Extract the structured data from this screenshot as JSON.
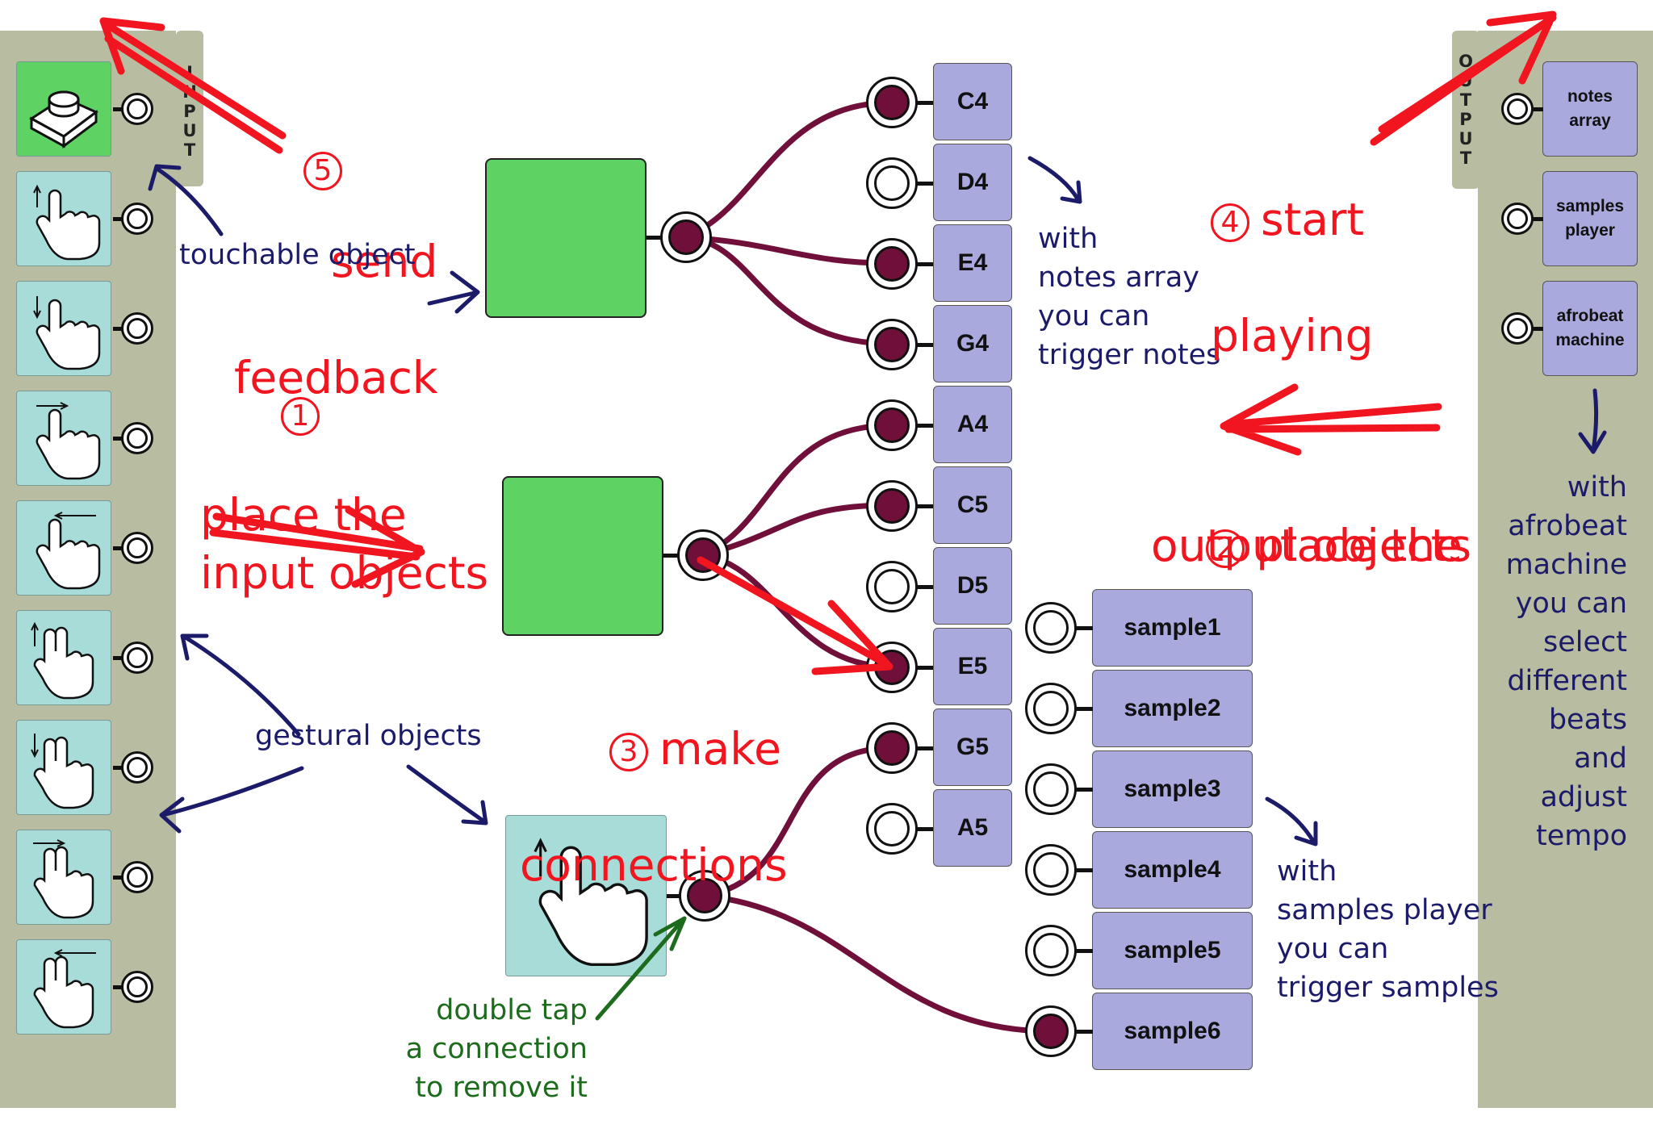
{
  "input_panel": {
    "tab_letters": [
      "I",
      "N",
      "P",
      "U",
      "T"
    ]
  },
  "output_panel": {
    "tab_letters": [
      "O",
      "U",
      "T",
      "P",
      "U",
      "T"
    ],
    "objects": [
      {
        "label": "notes\narray"
      },
      {
        "label": "samples\nplayer"
      },
      {
        "label": "afrobeat\nmachine"
      }
    ]
  },
  "notes": [
    "C4",
    "D4",
    "E4",
    "G4",
    "A4",
    "C5",
    "D5",
    "E5",
    "G5",
    "A5"
  ],
  "samples": [
    "sample1",
    "sample2",
    "sample3",
    "sample4",
    "sample5",
    "sample6"
  ],
  "annotations": {
    "step1": {
      "num": "1",
      "text": "place the\ninput objects"
    },
    "step2": {
      "num": "2",
      "text": "place the\noutput objects"
    },
    "step3": {
      "num": "3",
      "line1": "make",
      "line2": "connections"
    },
    "step4": {
      "num": "4",
      "line1": "start",
      "line2": "playing"
    },
    "step5": {
      "num": "5",
      "line1": "send",
      "line2": "feedback"
    },
    "touchable": "touchable object",
    "gestural": "gestural objects",
    "notes_hint": "with\nnotes array\nyou can\ntrigger notes",
    "samples_hint": "with\nsamples player\nyou can\ntrigger samples",
    "afrobeat_hint": "with\nafrobeat\nmachine\nyou can\nselect\ndifferent\nbeats\nand\nadjust\ntempo",
    "double_tap": "double tap\na connection\nto remove it"
  },
  "colors": {
    "panel": "#b8bca0",
    "touch_green": "#5fd264",
    "gesture_teal": "#a8dcd8",
    "output_purple": "#a9a9dd",
    "wire": "#70103a",
    "red_annotation": "#f0151f",
    "navy_annotation": "#1b1b6a",
    "green_annotation": "#1d6b1d"
  },
  "icons": [
    "button-icon",
    "swipe-up-one-finger-icon",
    "swipe-down-one-finger-icon",
    "swipe-right-one-finger-icon",
    "swipe-left-one-finger-icon",
    "swipe-up-two-fingers-icon",
    "swipe-down-two-fingers-icon",
    "swipe-right-two-fingers-icon",
    "swipe-left-two-fingers-icon"
  ]
}
